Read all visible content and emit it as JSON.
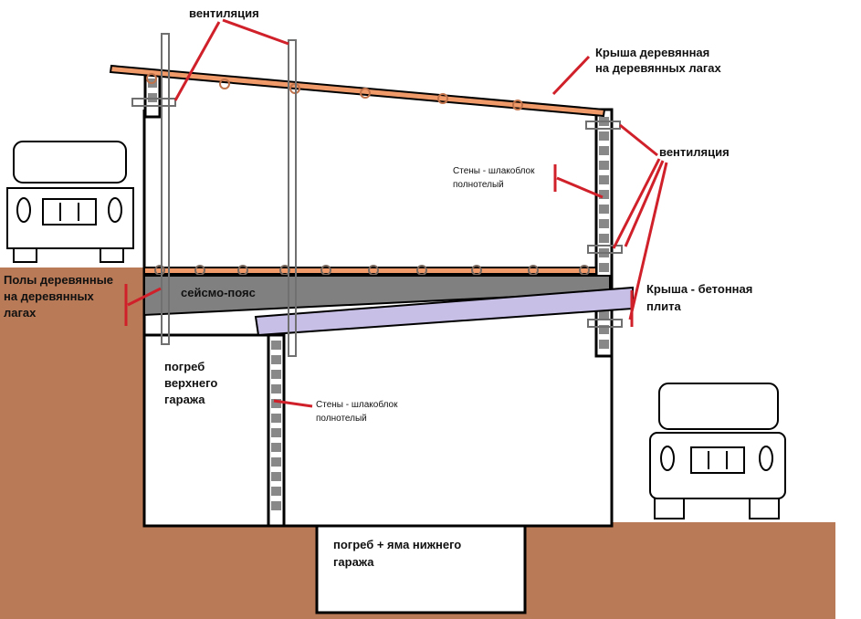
{
  "labels": {
    "ventilation_top": "вентиляция",
    "roof_wood_1": "Крыша деревянная",
    "roof_wood_2": "на деревянных лагах",
    "walls_upper_1": "Стены - шлакоблок",
    "walls_upper_2": "полнотелый",
    "ventilation_right": "вентиляция",
    "floors_1": "Полы деревянные",
    "floors_2": "на деревянных",
    "floors_3": "лагах",
    "seismic_belt": "сейсмо-пояс",
    "roof_concrete_1": "Крыша - бетонная",
    "roof_concrete_2": "плита",
    "cellar_upper_1": "погреб",
    "cellar_upper_2": "верхнего",
    "cellar_upper_3": "гаража",
    "walls_lower_1": "Стены - шлакоблок",
    "walls_lower_2": "полнотелый",
    "pit_lower_1": "погреб + яма нижнего",
    "pit_lower_2": "гаража"
  },
  "colors": {
    "ground": "#b97a57",
    "slab": "#808080",
    "lower_roof": "#c8bfe7",
    "beam": "#f09a6a",
    "pointer": "#d0202a",
    "outline": "#000000",
    "vent_pipe": "#707070"
  },
  "icons": {
    "left_vehicle": "car-front-icon",
    "right_vehicle": "car-front-icon"
  }
}
